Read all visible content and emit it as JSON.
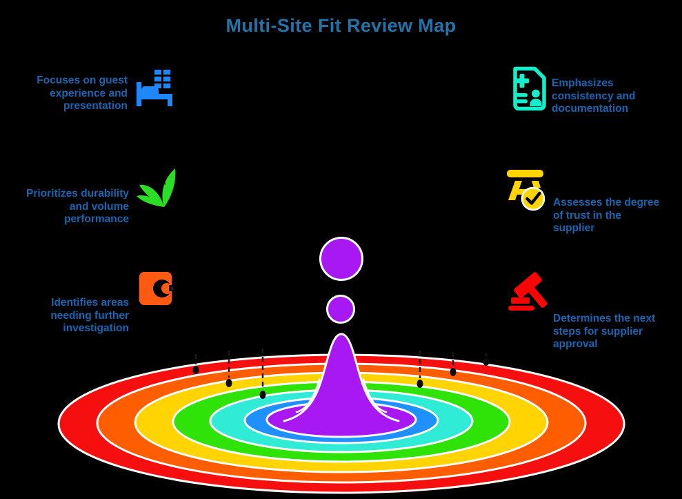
{
  "title": "Multi-Site Fit Review Map",
  "theme": {
    "background": "#000000",
    "title_color": "#2173A9",
    "label_color": "#1766B2",
    "ring_outline": "#FFFFFF"
  },
  "items": [
    {
      "label": "Focuses on guest experience and presentation",
      "icon": "bed-icon",
      "icon_color": "#1E88FB"
    },
    {
      "label": "Prioritizes durability and volume performance",
      "icon": "fanned-pages-icon",
      "icon_color": "#2BDE25"
    },
    {
      "label": "Identifies areas needing further investigation",
      "icon": "cutout-square-icon",
      "icon_color": "#FF5A12"
    },
    {
      "label": "Emphasizes consistency and documentation",
      "icon": "document-person-icon",
      "icon_color": "#12F0CB"
    },
    {
      "label": "Assesses the degree of trust in the supplier",
      "icon": "stamp-check-icon",
      "icon_color": "#FFD500"
    },
    {
      "label": "Determines the next steps for supplier approval",
      "icon": "gavel-icon",
      "icon_color": "#FA0505"
    }
  ],
  "ripple": {
    "colors": [
      "#F50F0F",
      "#FF5E00",
      "#FFD400",
      "#2FE207",
      "#30EBD6",
      "#1E90FF",
      "#A818F2"
    ],
    "droplet_color": "#A818F2"
  }
}
